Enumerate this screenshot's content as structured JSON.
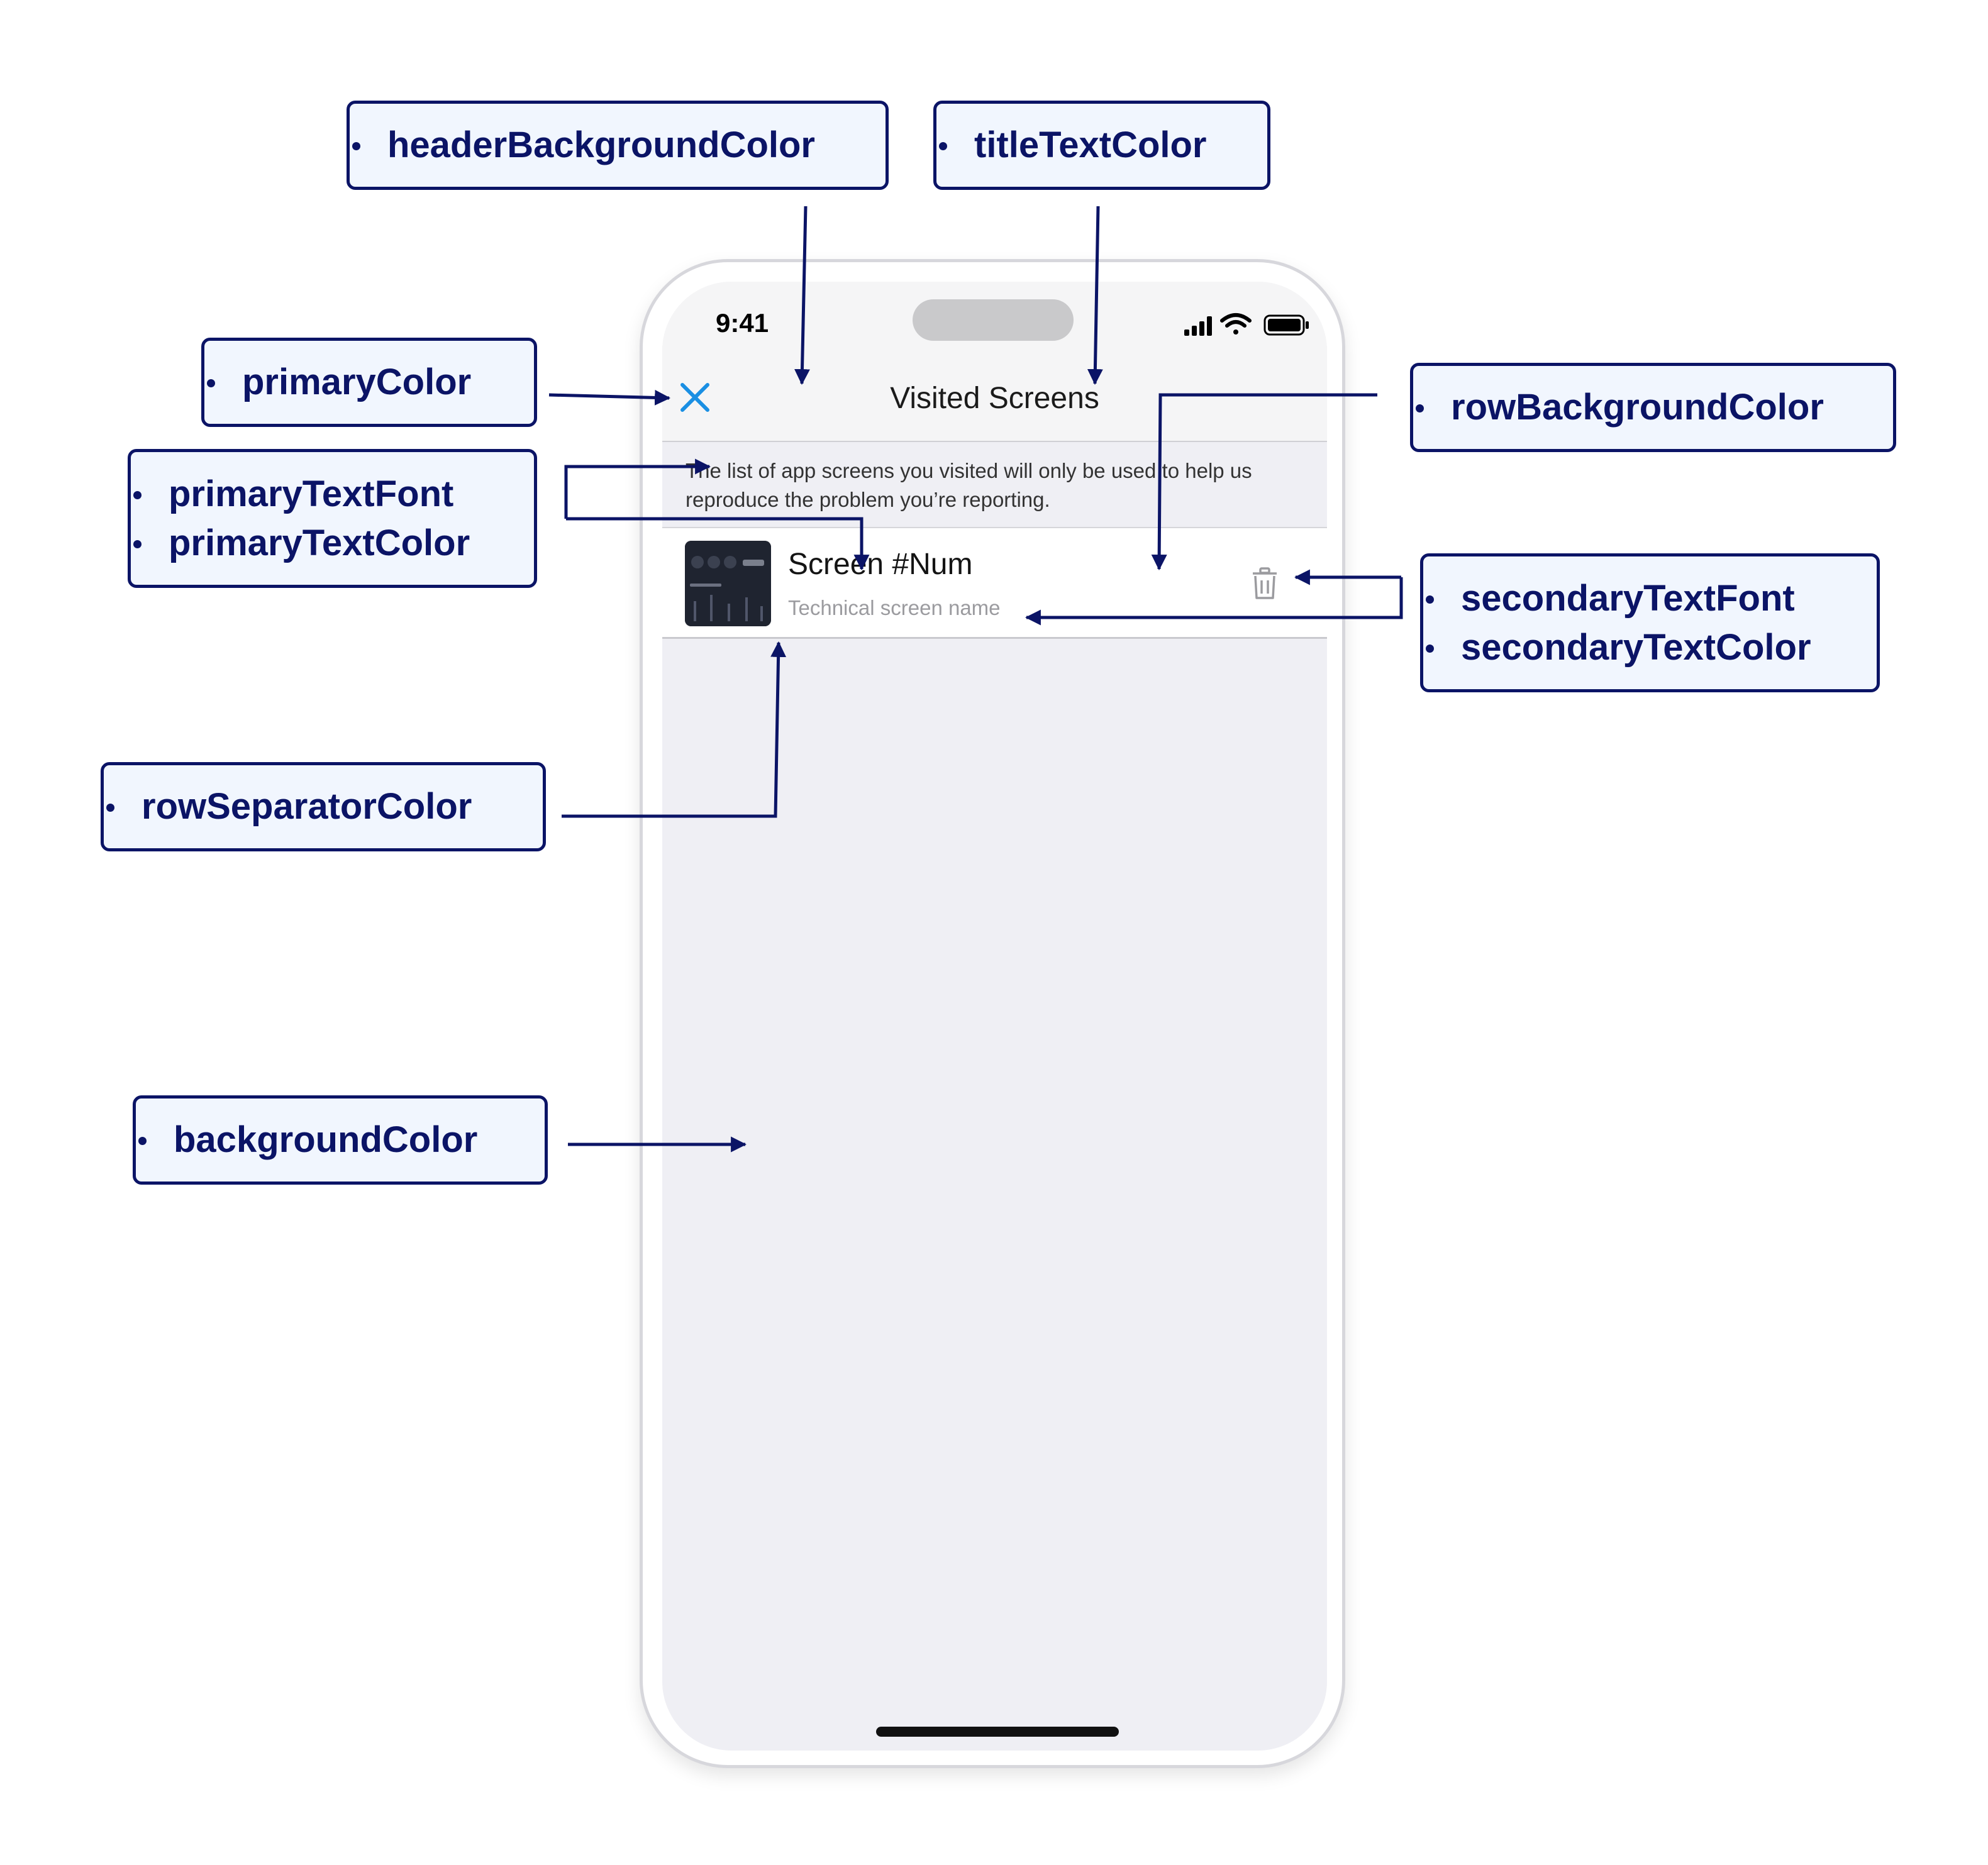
{
  "phone": {
    "status_time": "9:41",
    "header_title": "Visited Screens",
    "hint_text": "The list of app screens you visited will only be used to help us reproduce the problem you’re reporting.",
    "row": {
      "title": "Screen #Num",
      "subtitle": "Technical screen name"
    },
    "icons": {
      "close": "close-icon",
      "trash": "trash-icon",
      "signal": "signal-icon",
      "wifi": "wifi-icon",
      "battery": "battery-icon"
    }
  },
  "annotations": {
    "header_background_color": "headerBackgroundColor",
    "title_text_color": "titleTextColor",
    "primary_color": "primaryColor",
    "row_background_color": "rowBackgroundColor",
    "primary_text_font": "primaryTextFont",
    "primary_text_color": "primaryTextColor",
    "secondary_text_font": "secondaryTextFont",
    "secondary_text_color": "secondaryTextColor",
    "row_separator_color": "rowSeparatorColor",
    "background_color": "backgroundColor"
  },
  "colors": {
    "annotation_border": "#0b1466",
    "annotation_fill": "#f1f6fe",
    "primary": "#1a8fe3",
    "header_background": "#f5f5f6",
    "screen_background": "#efeff4",
    "row_background": "#ffffff",
    "secondary_text": "#9b9b9f"
  }
}
